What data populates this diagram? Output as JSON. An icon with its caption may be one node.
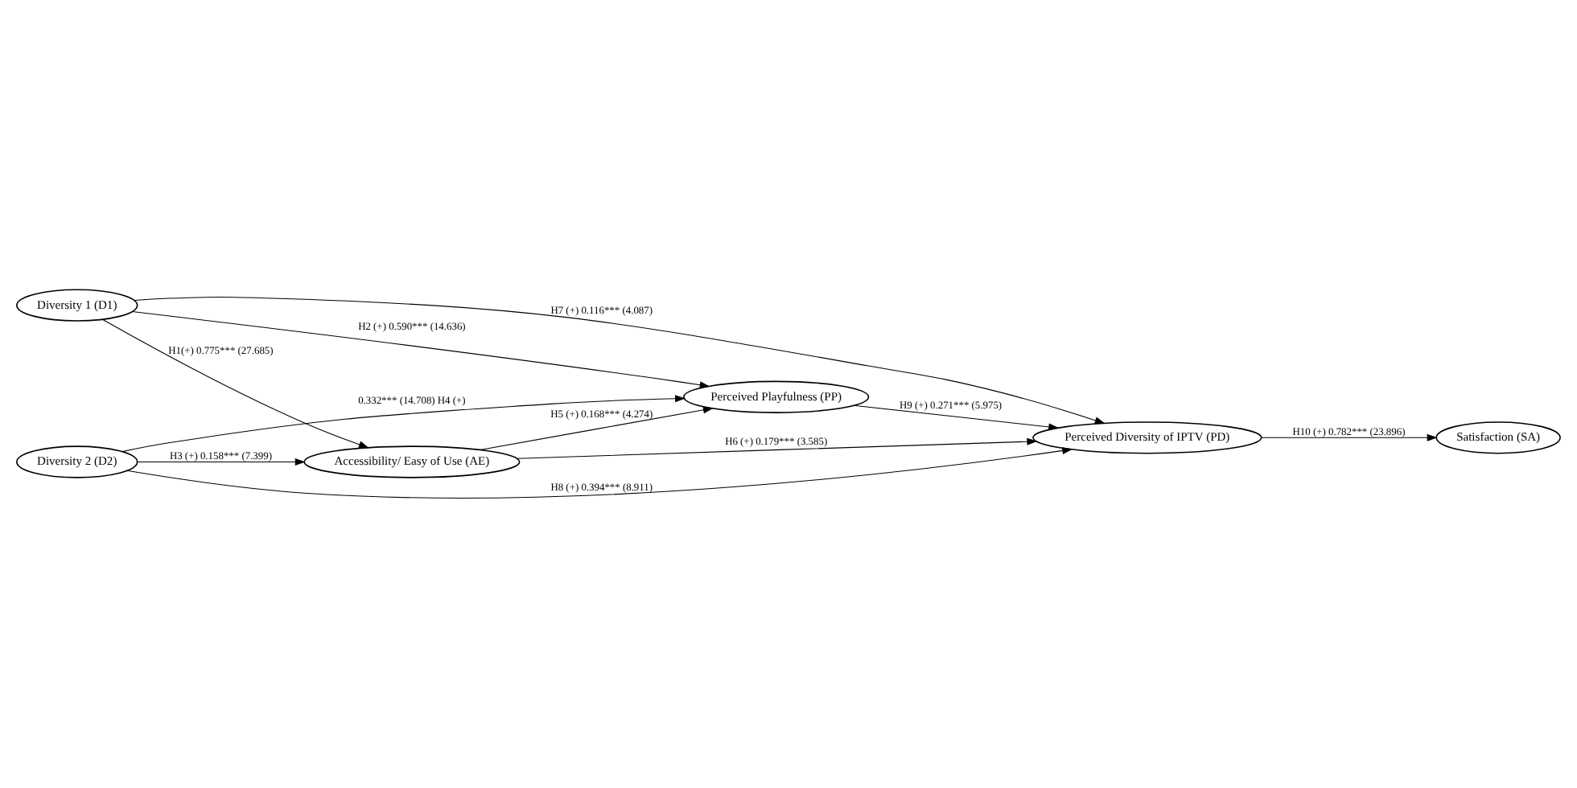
{
  "diagram": {
    "nodes": [
      {
        "text": [
          "Accessibility/ Easy of Use (AE)"
        ]
      },
      {
        "text": [
          "Diversity 1 (D1)"
        ]
      },
      {
        "text": [
          "Perceived Diversity of IPTV (PD)"
        ]
      },
      {
        "text": [
          "Diversity 2 (D2)"
        ]
      },
      {
        "text": [
          "Perceived Playfulness (PP)"
        ]
      },
      {
        "text": [
          "Satisfaction (SA)"
        ]
      }
    ],
    "edges": [
      {
        "from": 1,
        "to": 0,
        "arrow": "to",
        "label": "H1(+) 0.775*** (27.685)"
      },
      {
        "from": 1,
        "to": 4,
        "arrow": "to",
        "label": "H2 (+) 0.590*** (14.636)"
      },
      {
        "from": 3,
        "to": 0,
        "arrow": "to",
        "label": "H3 (+) 0.158*** (7.399)"
      },
      {
        "from": 3,
        "to": 4,
        "arrow": "to",
        "label": "0.332*** (14.708) H4 (+)"
      },
      {
        "from": 0,
        "to": 4,
        "arrow": "to",
        "label": "H5 (+) 0.168*** (4.274)"
      },
      {
        "from": 0,
        "to": 2,
        "arrow": "to",
        "label": "H6 (+) 0.179*** (3.585)"
      },
      {
        "from": 1,
        "to": 2,
        "arrow": "to",
        "label": "H7 (+) 0.116*** (4.087)"
      },
      {
        "from": 3,
        "to": 2,
        "arrow": "to",
        "label": "H8 (+) 0.394*** (8.911)"
      },
      {
        "from": 4,
        "to": 2,
        "arrow": "to",
        "label": "H9 (+) 0.271*** (5.975)"
      },
      {
        "from": 2,
        "to": 5,
        "arrow": "to",
        "label": "H10 (+) 0.782*** (23.896)"
      }
    ]
  }
}
